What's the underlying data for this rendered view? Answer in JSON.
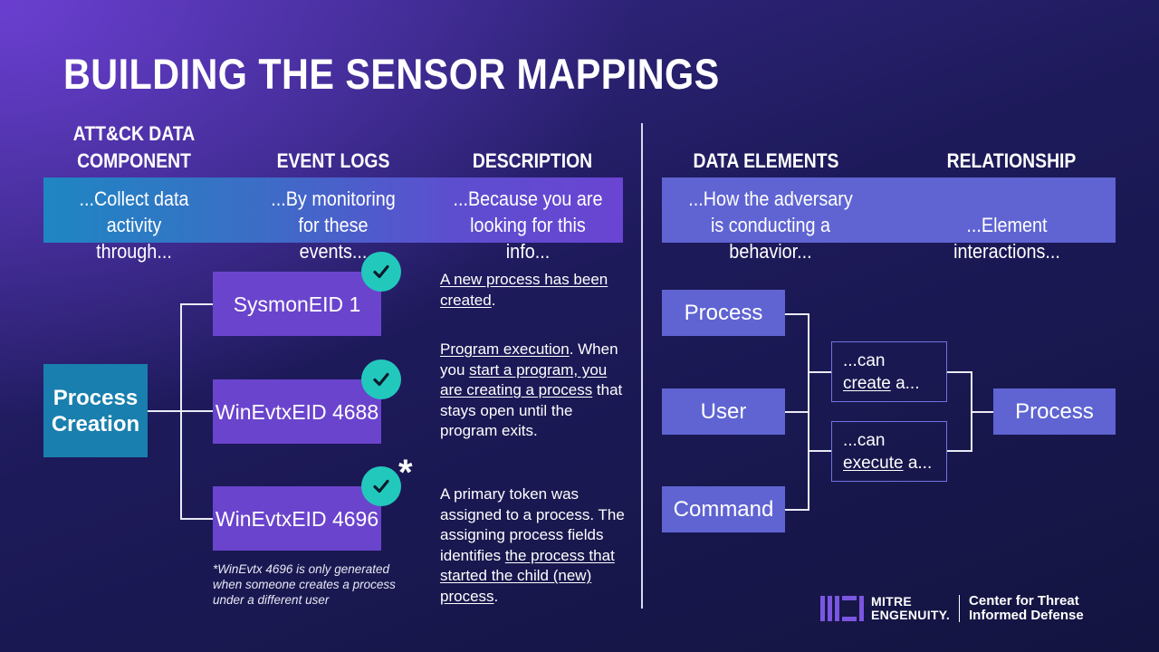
{
  "title": "BUILDING THE SENSOR MAPPINGS",
  "columns": {
    "data_component": {
      "heading": "ATT&CK DATA COMPONENT",
      "band": "...Collect data activity through..."
    },
    "event_logs": {
      "heading": "EVENT LOGS",
      "band": "...By monitoring for these events..."
    },
    "description": {
      "heading": "DESCRIPTION",
      "band": "...Because you are looking for this info..."
    },
    "data_elements": {
      "heading": "DATA ELEMENTS",
      "band": "...How the adversary is conducting a behavior..."
    },
    "relationship": {
      "heading": "RELATIONSHIP",
      "band": "...Element interactions..."
    }
  },
  "data_component": {
    "label": "Process Creation"
  },
  "events": [
    {
      "label": "SysmonEID 1",
      "checked": true
    },
    {
      "label": "WinEvtxEID 4688",
      "checked": true
    },
    {
      "label": "WinEvtxEID 4696",
      "checked": true,
      "asterisk": "*"
    }
  ],
  "footnote": "*WinEvtx 4696 is only generated when someone creates a process under a different user",
  "descriptions": [
    {
      "segments": [
        {
          "text": "A new process has been created",
          "underline": true
        },
        {
          "text": ".",
          "underline": false
        }
      ]
    },
    {
      "segments": [
        {
          "text": "Program execution",
          "underline": true
        },
        {
          "text": ". When you ",
          "underline": false
        },
        {
          "text": "start a program, you are creating a process",
          "underline": true
        },
        {
          "text": " that stays open until the program exits.",
          "underline": false
        }
      ]
    },
    {
      "segments": [
        {
          "text": "A primary token was assigned to a process. The assigning process fields identifies ",
          "underline": false
        },
        {
          "text": "the process that started the child (new) process",
          "underline": true
        },
        {
          "text": ".",
          "underline": false
        }
      ]
    }
  ],
  "data_elements": {
    "sources": [
      "Process",
      "User",
      "Command"
    ],
    "target": "Process"
  },
  "relationships": [
    {
      "prefix": "...can",
      "verb": "create",
      "suffix": " a..."
    },
    {
      "prefix": "...can",
      "verb": "execute",
      "suffix": " a..."
    }
  ],
  "logo": {
    "org_line1": "MITRE",
    "org_line2": "ENGENUITY.",
    "center_line1": "Center for Threat",
    "center_line2": "Informed Defense"
  },
  "colors": {
    "teal_check": "#23c8bd",
    "event_purple": "#6a44cd",
    "component_blue": "#197fae",
    "element_blue": "#5f64d2"
  },
  "icons": [
    "check-icon",
    "asterisk-icon",
    "mitre-logo-icon"
  ]
}
